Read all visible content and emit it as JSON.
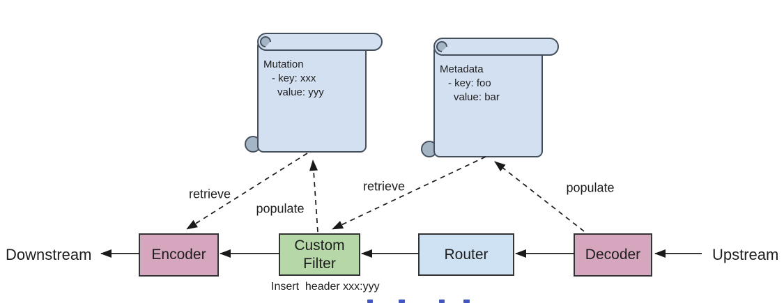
{
  "diagram": {
    "scrolls": [
      {
        "name": "mutation-scroll",
        "lines": [
          "Mutation",
          "- key: xxx",
          "value: yyy"
        ]
      },
      {
        "name": "metadata-scroll",
        "lines": [
          "Metadata",
          "- key: foo",
          "value: bar"
        ]
      }
    ],
    "nodes": [
      {
        "id": "encoder",
        "label": "Encoder"
      },
      {
        "id": "custom-filter",
        "label": "Custom Filter"
      },
      {
        "id": "router",
        "label": "Router"
      },
      {
        "id": "decoder",
        "label": "Decoder"
      }
    ],
    "terminals": {
      "left": "Downstream",
      "right": "Upstream"
    },
    "edges": [
      {
        "label": "retrieve"
      },
      {
        "label": "populate"
      },
      {
        "label": "retrieve"
      },
      {
        "label": "populate"
      }
    ],
    "note": "Insert  header xxx:yyy",
    "colors": {
      "node_pink": "#d5a6bd",
      "node_green": "#b6d7a8",
      "node_blue": "#cfe2f3",
      "scroll_fill": "#d2e0f2",
      "scroll_curl": "#a4b5c6",
      "shape_stroke": "#333333",
      "scroll_stroke": "#45505c",
      "line_color": "#1a1a1a",
      "cutoff_blue": "#4356c0",
      "background": "#ffffff"
    }
  }
}
